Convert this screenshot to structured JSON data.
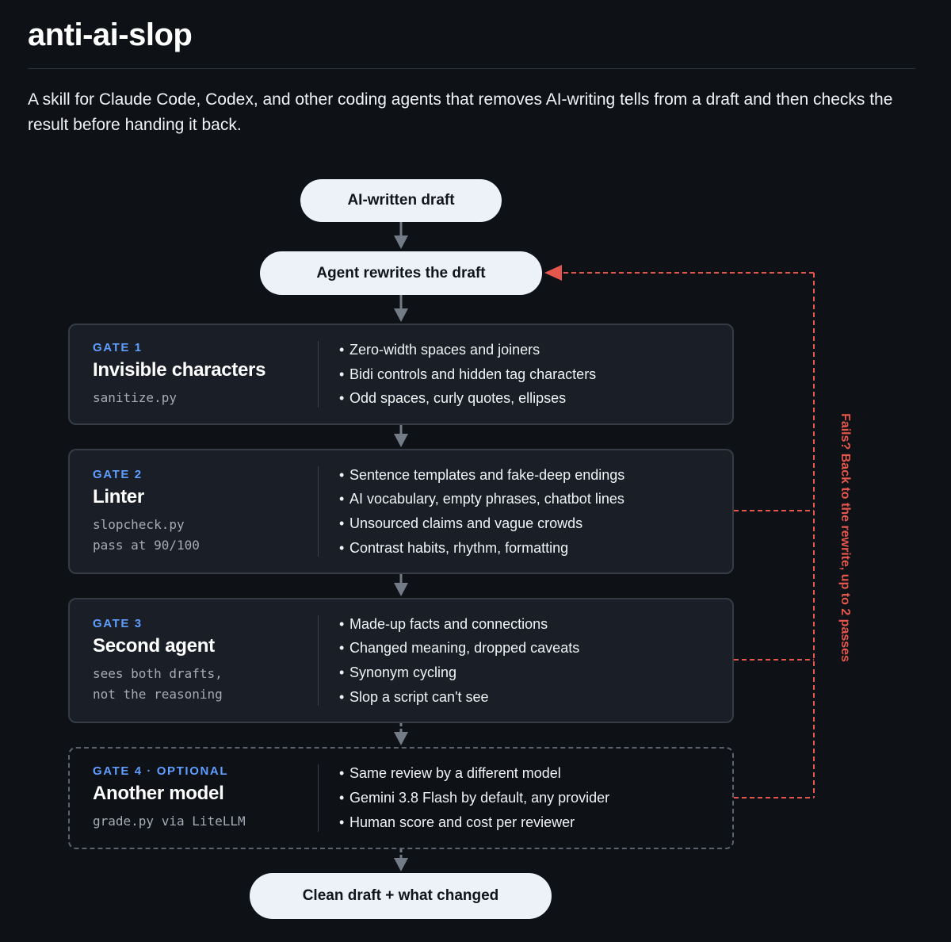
{
  "header": {
    "title": "anti-ai-slop",
    "description": "A skill for Claude Code, Codex, and other coding agents that removes AI-writing tells from a draft and then checks the result before handing it back."
  },
  "flow": {
    "input": "AI-written draft",
    "rewrite": "Agent rewrites the draft",
    "output": "Clean draft + what changed",
    "loop_label": "Fails? Back to the rewrite, up to 2 passes",
    "colors": {
      "accent": "#5f9dff",
      "loop": "#e5574c",
      "pill": "#edf1f8",
      "card": "#1a1e26",
      "arrow": "#737b86"
    }
  },
  "gates": [
    {
      "tag": "GATE 1",
      "name": "Invisible characters",
      "meta": [
        "sanitize.py"
      ],
      "items": [
        "Zero-width spaces and joiners",
        "Bidi controls and hidden tag characters",
        "Odd spaces, curly quotes, ellipses"
      ],
      "optional": false
    },
    {
      "tag": "GATE 2",
      "name": "Linter",
      "meta": [
        "slopcheck.py",
        "pass at 90/100"
      ],
      "items": [
        "Sentence templates and fake-deep endings",
        "AI vocabulary, empty phrases, chatbot lines",
        "Unsourced claims and vague crowds",
        "Contrast habits, rhythm, formatting"
      ],
      "optional": false
    },
    {
      "tag": "GATE 3",
      "name": "Second agent",
      "meta": [
        "sees both drafts,",
        "not the reasoning"
      ],
      "items": [
        "Made-up facts and connections",
        "Changed meaning, dropped caveats",
        "Synonym cycling",
        "Slop a script can't see"
      ],
      "optional": false
    },
    {
      "tag": "GATE 4 · OPTIONAL",
      "name": "Another model",
      "meta": [
        "grade.py via LiteLLM"
      ],
      "items": [
        "Same review by a different model",
        "Gemini 3.8 Flash by default, any provider",
        "Human score and cost per reviewer"
      ],
      "optional": true
    }
  ]
}
